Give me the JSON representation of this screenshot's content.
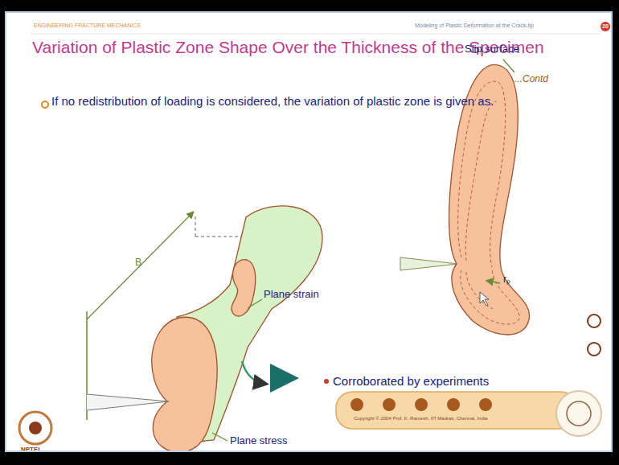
{
  "diagram": {
    "title": "Variation of Plastic Zone Shape Over the Thickness of the Specimen",
    "labels": [
      "ENGINEERING FRACTURE MECHANICS",
      "Modeling of Plastic Deformation at the Crack-tip",
      "20",
      "...Contd",
      "If no redistribution of loading is considered, the variation of plastic zone is given as.",
      "B",
      "Plane strain",
      "Plane stress",
      "Slip surface",
      "rₚ",
      "Corroborated by experiments",
      "Copyright © 2004 Prof. K. Ramesh, IIT Madras, Chennai, India",
      "NPTEL"
    ]
  }
}
